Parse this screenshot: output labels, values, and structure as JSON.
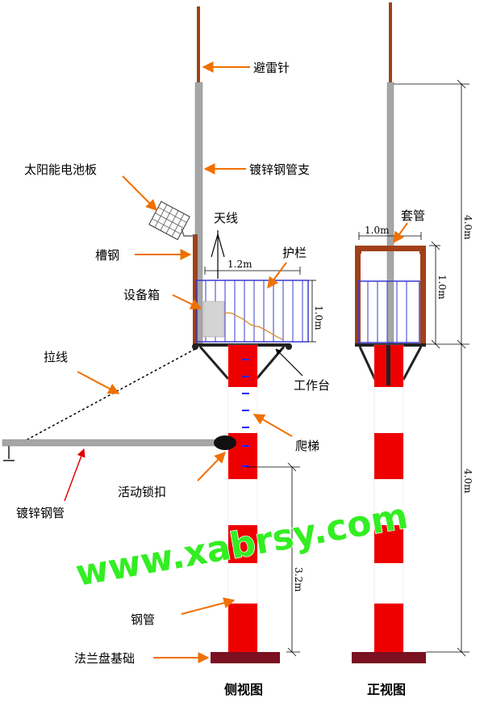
{
  "labels": {
    "lightning_rod": "避雷针",
    "galv_pipe_support": "镀锌钢管支",
    "solar_panel": "太阳能电池板",
    "antenna": "天线",
    "channel_steel": "槽钢",
    "railing": "护栏",
    "equipment_box": "设备箱",
    "guy_wire": "拉线",
    "work_platform": "工作台",
    "ladder": "爬梯",
    "galv_pipe": "镀锌钢管",
    "lock_clamp": "活动锁扣",
    "steel_pipe": "钢管",
    "flange_base": "法兰盘基础",
    "sleeve": "套管"
  },
  "dimensions": {
    "side_width": "1.2m",
    "side_height": "1.0m",
    "front_width": "1.0m",
    "front_height": "1.0m",
    "front_upper": "4.0m",
    "front_lower": "4.0m",
    "side_lower": "3.2m"
  },
  "captions": {
    "side_view": "侧视图",
    "front_view": "正视图"
  },
  "watermark": "www.xabrsy.com",
  "colors": {
    "red": "#ee0000",
    "rod": "#a0401a",
    "pipe_grey": "#a6a6a6",
    "railing_blue": "#3a3ad4",
    "arrow_orange": "#f07000",
    "frame_brown": "#a0401a",
    "base": "#7a1020",
    "watermark_green": "#33ee22"
  }
}
